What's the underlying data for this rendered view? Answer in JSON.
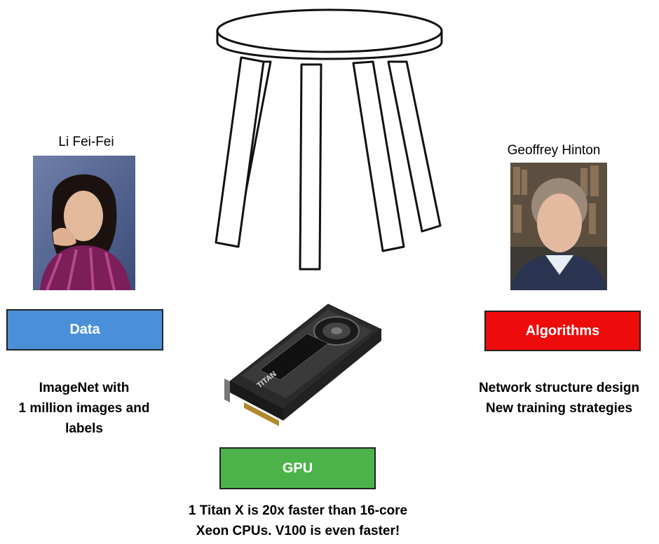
{
  "people": {
    "left_name": "Li Fei-Fei",
    "right_name": "Geoffrey Hinton"
  },
  "pillars": {
    "data": {
      "label": "Data",
      "color": "#4a90d9",
      "description_lines": [
        "ImageNet with",
        "1 million images and",
        "labels"
      ]
    },
    "algorithms": {
      "label": "Algorithms",
      "color": "#ee0b0b",
      "description_lines": [
        "Network structure design",
        "New training strategies"
      ]
    },
    "gpu": {
      "label": "GPU",
      "color": "#4cb34a",
      "description_lines": [
        "1 Titan X is 20x faster than 16-core",
        "Xeon CPUs. V100 is even faster!"
      ]
    }
  },
  "gpu_card_text": "TITAN",
  "icons": [
    "stool-illustration",
    "gpu-card-image",
    "portrait-photo"
  ]
}
